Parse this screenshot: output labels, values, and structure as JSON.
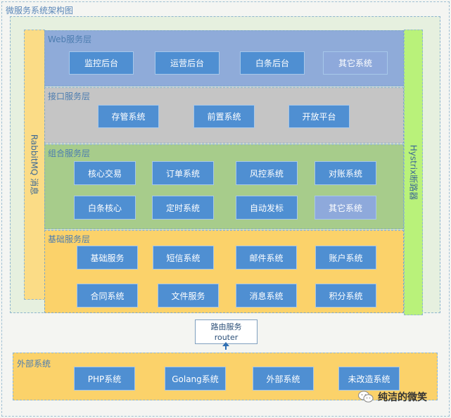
{
  "title": "微服务系统架构图",
  "side": {
    "mq": "RabbitMQ 消息",
    "hystrix": "Hystrix断路器"
  },
  "layers": {
    "web": {
      "label": "Web服务层",
      "items": [
        "监控后台",
        "运营后台",
        "白条后台",
        "其它系统"
      ]
    },
    "api": {
      "label": "接口服务层",
      "items": [
        "存管系统",
        "前置系统",
        "开放平台"
      ]
    },
    "combo": {
      "label": "组合服务层",
      "row1": [
        "核心交易",
        "订单系统",
        "风控系统",
        "对账系统"
      ],
      "row2": [
        "白条核心",
        "定时系统",
        "自动发标",
        "其它系统"
      ]
    },
    "base": {
      "label": "基础服务层",
      "row1": [
        "基础服务",
        "短信系统",
        "邮件系统",
        "账户系统"
      ],
      "row2": [
        "合同系统",
        "文件服务",
        "消息系统",
        "积分系统"
      ]
    }
  },
  "router": {
    "line1": "路由服务",
    "line2": "router"
  },
  "external": {
    "label": "外部系统",
    "items": [
      "PHP系统",
      "Golang系统",
      "外部系统",
      "未改造系统"
    ]
  },
  "watermark": {
    "text": "纯洁的微笑"
  }
}
